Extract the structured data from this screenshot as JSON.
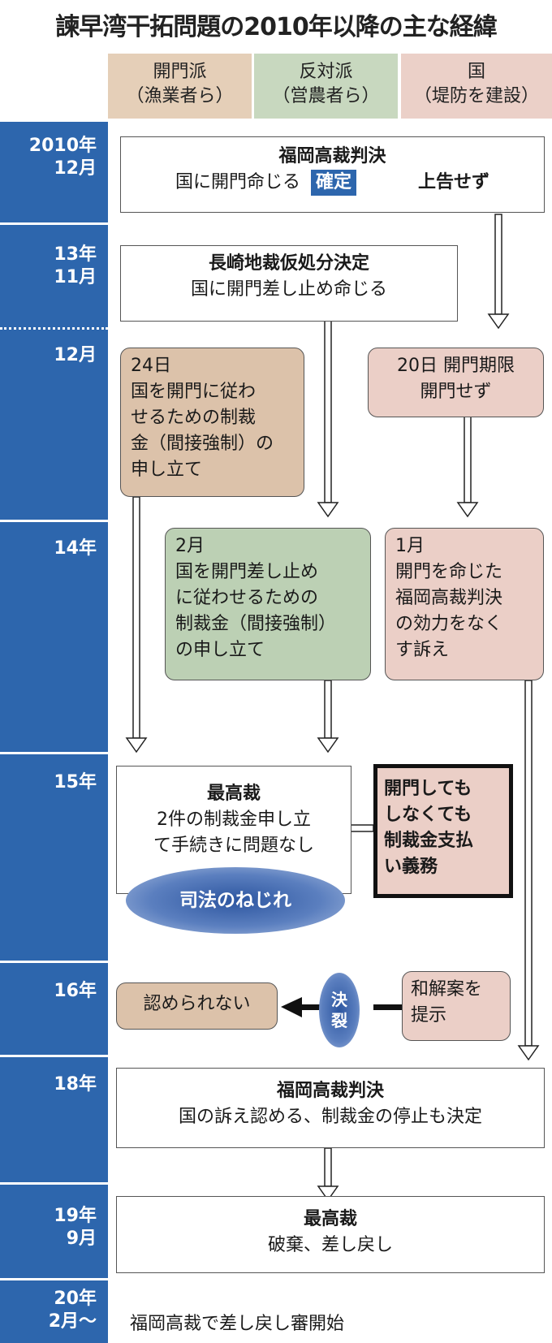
{
  "title": "諫早湾干拓問題の2010年以降の主な経緯",
  "columns": [
    {
      "line1": "開門派",
      "line2": "（漁業者ら）",
      "color": "#e5cfb8"
    },
    {
      "line1": "反対派",
      "line2": "（営農者ら）",
      "color": "#c8d8bf"
    },
    {
      "line1": "国",
      "line2": "（堤防を建設）",
      "color": "#ebd0c8"
    }
  ],
  "timeline": [
    {
      "line1": "2010年",
      "line2": "12月"
    },
    {
      "line1": "13年",
      "line2": "11月"
    },
    {
      "line1": "12月",
      "line2": ""
    },
    {
      "line1": "14年",
      "line2": ""
    },
    {
      "line1": "15年",
      "line2": ""
    },
    {
      "line1": "16年",
      "line2": ""
    },
    {
      "line1": "18年",
      "line2": ""
    },
    {
      "line1": "19年",
      "line2": "9月"
    },
    {
      "line1": "20年",
      "line2": "2月～"
    }
  ],
  "events": {
    "fukuoka2010": {
      "title": "福岡高裁判決",
      "text": "国に開門命じる",
      "badge": "確定",
      "note": "上告せず"
    },
    "nagasaki2013": {
      "title": "長崎地裁仮処分決定",
      "text": "国に開門差し止め命じる"
    },
    "open_dec24": {
      "date": "24日",
      "lines": [
        "国を開門に従わ",
        "せるための制裁",
        "金（間接強制）の",
        "申し立て"
      ]
    },
    "state_dec20": {
      "date": "20日 開門期限",
      "text": "開門せず"
    },
    "oppose_feb": {
      "date": "2月",
      "lines": [
        "国を開門差し止め",
        "に従わせるための",
        "制裁金（間接強制）",
        "の申し立て"
      ]
    },
    "state_jan": {
      "date": "1月",
      "lines": [
        "開門を命じた",
        "福岡高裁判決",
        "の効力をなく",
        "す訴え"
      ]
    },
    "supreme2015": {
      "title": "最高裁",
      "lines": [
        "2件の制裁金申し立",
        "て手続きに問題なし"
      ]
    },
    "obligation": {
      "lines": [
        "開門しても",
        "しなくても",
        "制裁金支払",
        "い義務"
      ]
    },
    "twist": "司法のねじれ",
    "rejected": "認められない",
    "breakdown": [
      "決",
      "裂"
    ],
    "settlement": {
      "lines": [
        "和解案を",
        "提示"
      ]
    },
    "fukuoka2018": {
      "title": "福岡高裁判決",
      "text": "国の訴え認める、制裁金の停止も決定"
    },
    "supreme2019": {
      "title": "最高裁",
      "text": "破棄、差し戻し"
    },
    "remand2020": "福岡高裁で差し戻し審開始"
  },
  "colors": {
    "timeline_blue": "#2d66ad",
    "tan": "#dcc2aa",
    "green": "#bcd0b4",
    "pink": "#ebcfc7"
  }
}
